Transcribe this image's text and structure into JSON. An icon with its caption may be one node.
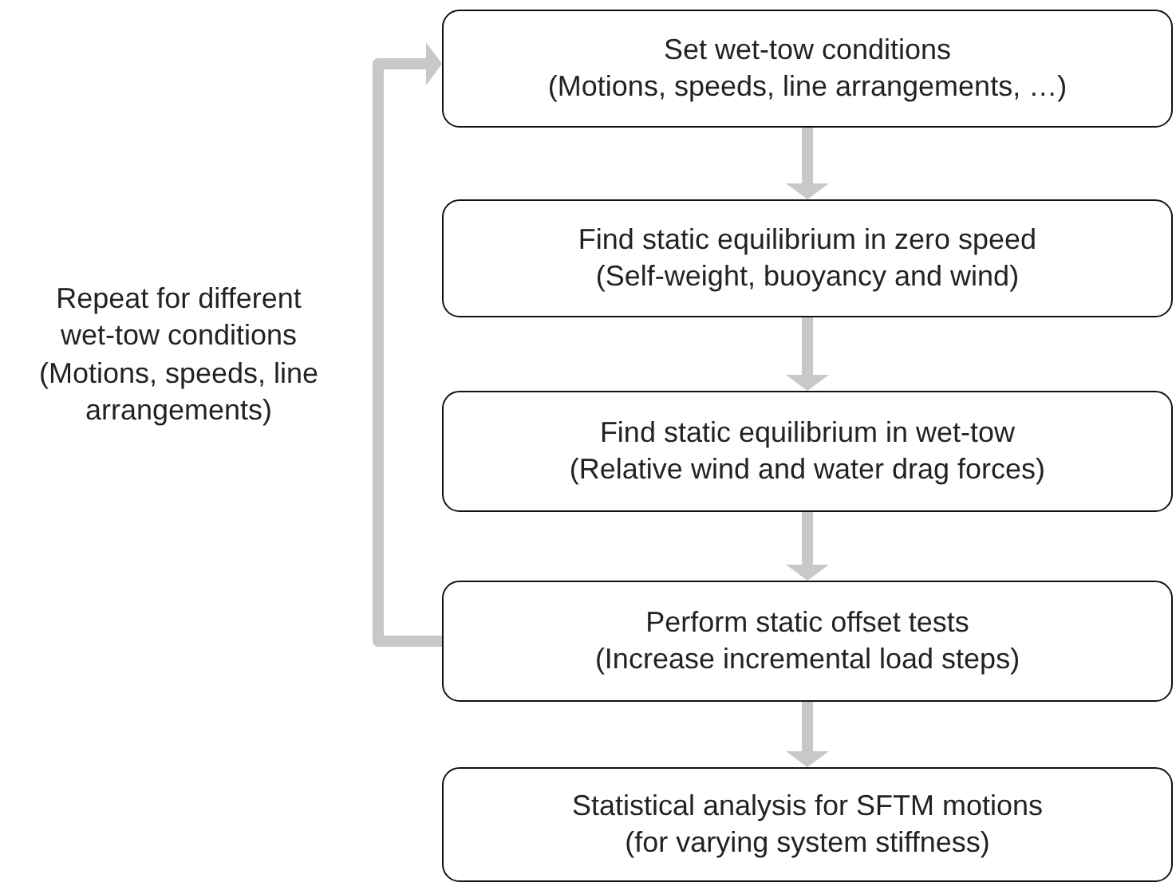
{
  "diagram": {
    "nodes": [
      {
        "text": [
          "Set wet-tow conditions",
          "(Motions, speeds, line arrangements, …)"
        ]
      },
      {
        "text": [
          "Find static equilibrium in zero speed",
          "(Self-weight, buoyancy and wind)"
        ]
      },
      {
        "text": [
          "Find static equilibrium in wet-tow",
          "(Relative wind and water drag forces)"
        ]
      },
      {
        "text": [
          "Perform static offset tests",
          "(Increase incremental load steps)"
        ]
      },
      {
        "text": [
          "Statistical analysis for SFTM motions",
          "(for varying system stiffness)"
        ]
      }
    ],
    "edges": [
      {
        "from": 0,
        "to": 1,
        "arrow": "to"
      },
      {
        "from": 1,
        "to": 2,
        "arrow": "to"
      },
      {
        "from": 2,
        "to": 3,
        "arrow": "to"
      },
      {
        "from": 3,
        "to": 4,
        "arrow": "to"
      },
      {
        "from": 3,
        "to": 0,
        "arrow": "to"
      }
    ],
    "labels": [
      "Repeat for different wet-tow conditions (Motions, speeds, line arrangements)"
    ]
  }
}
